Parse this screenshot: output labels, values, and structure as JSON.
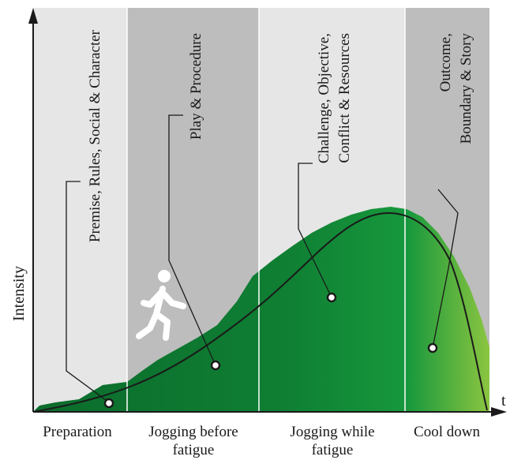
{
  "axes": {
    "ylabel": "Intensity",
    "xlabel": "t"
  },
  "phases": [
    {
      "label_line1": "Preparation",
      "label_line2": "",
      "band_color": "#e6e6e6"
    },
    {
      "label_line1": "Jogging before",
      "label_line2": "fatigue",
      "band_color": "#bdbdbd"
    },
    {
      "label_line1": "Jogging while",
      "label_line2": "fatigue",
      "band_color": "#e6e6e6"
    },
    {
      "label_line1": "Cool down",
      "label_line2": "",
      "band_color": "#bdbdbd"
    }
  ],
  "annotations": [
    {
      "line1": "Premise, Rules, Social & Character",
      "line2": ""
    },
    {
      "line1": "Play & Procedure",
      "line2": ""
    },
    {
      "line1": "Challenge, Objective,",
      "line2": "Conflict & Resources"
    },
    {
      "line1": "Outcome,",
      "line2": "Boundary & Story"
    }
  ],
  "icon": "running-person-icon",
  "colors": {
    "area_dark": "#0b6b2c",
    "area_mid": "#17983d",
    "area_light": "#8bc540",
    "curve": "#1a1a1a",
    "axis": "#1a1a1a"
  }
}
